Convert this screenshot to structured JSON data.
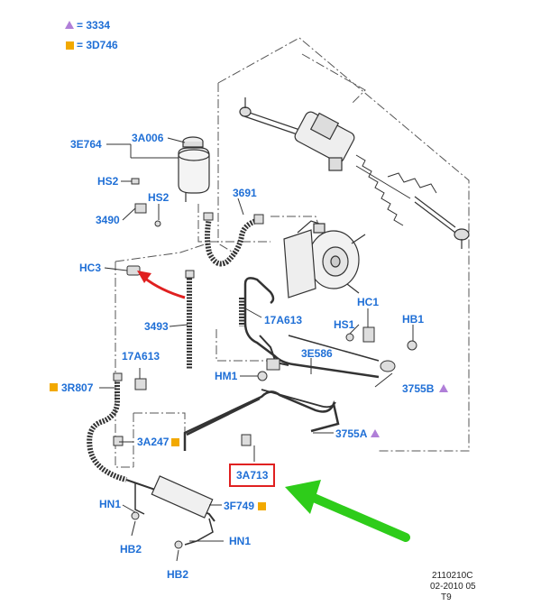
{
  "legend": [
    {
      "symbol": "triangle-icon",
      "color": "#b07fd8",
      "text": "= 3334"
    },
    {
      "symbol": "square-icon",
      "color": "#f2a900",
      "text": "= 3D746"
    }
  ],
  "labels": {
    "l3E764": "3E764",
    "l3A006": "3A006",
    "lHS2a": "HS2",
    "lHS2b": "HS2",
    "l3490": "3490",
    "l3691": "3691",
    "lHC3": "HC3",
    "l3493": "3493",
    "l17A613a": "17A613",
    "lHC1": "HC1",
    "lHS1": "HS1",
    "lHB1": "HB1",
    "l17A613b": "17A613",
    "l3E586": "3E586",
    "lHM1": "HM1",
    "l3R807": "3R807",
    "l3755B": "3755B",
    "l3A247": "3A247",
    "l3755A": "3755A",
    "l3A713": "3A713",
    "lHN1a": "HN1",
    "l3F749": "3F749",
    "lHB2a": "HB2",
    "lHN1b": "HN1",
    "lHB2b": "HB2"
  },
  "footer": {
    "line1": "2110210C",
    "line2": "02-2010 05",
    "line3": "T9"
  },
  "colors": {
    "label": "#1f6fd6",
    "highlight_box": "#e02020",
    "arrow_green": "#2ecc1a",
    "arrow_red": "#e02020",
    "line": "#333333",
    "square": "#f2a900",
    "triangle": "#b07fd8"
  }
}
